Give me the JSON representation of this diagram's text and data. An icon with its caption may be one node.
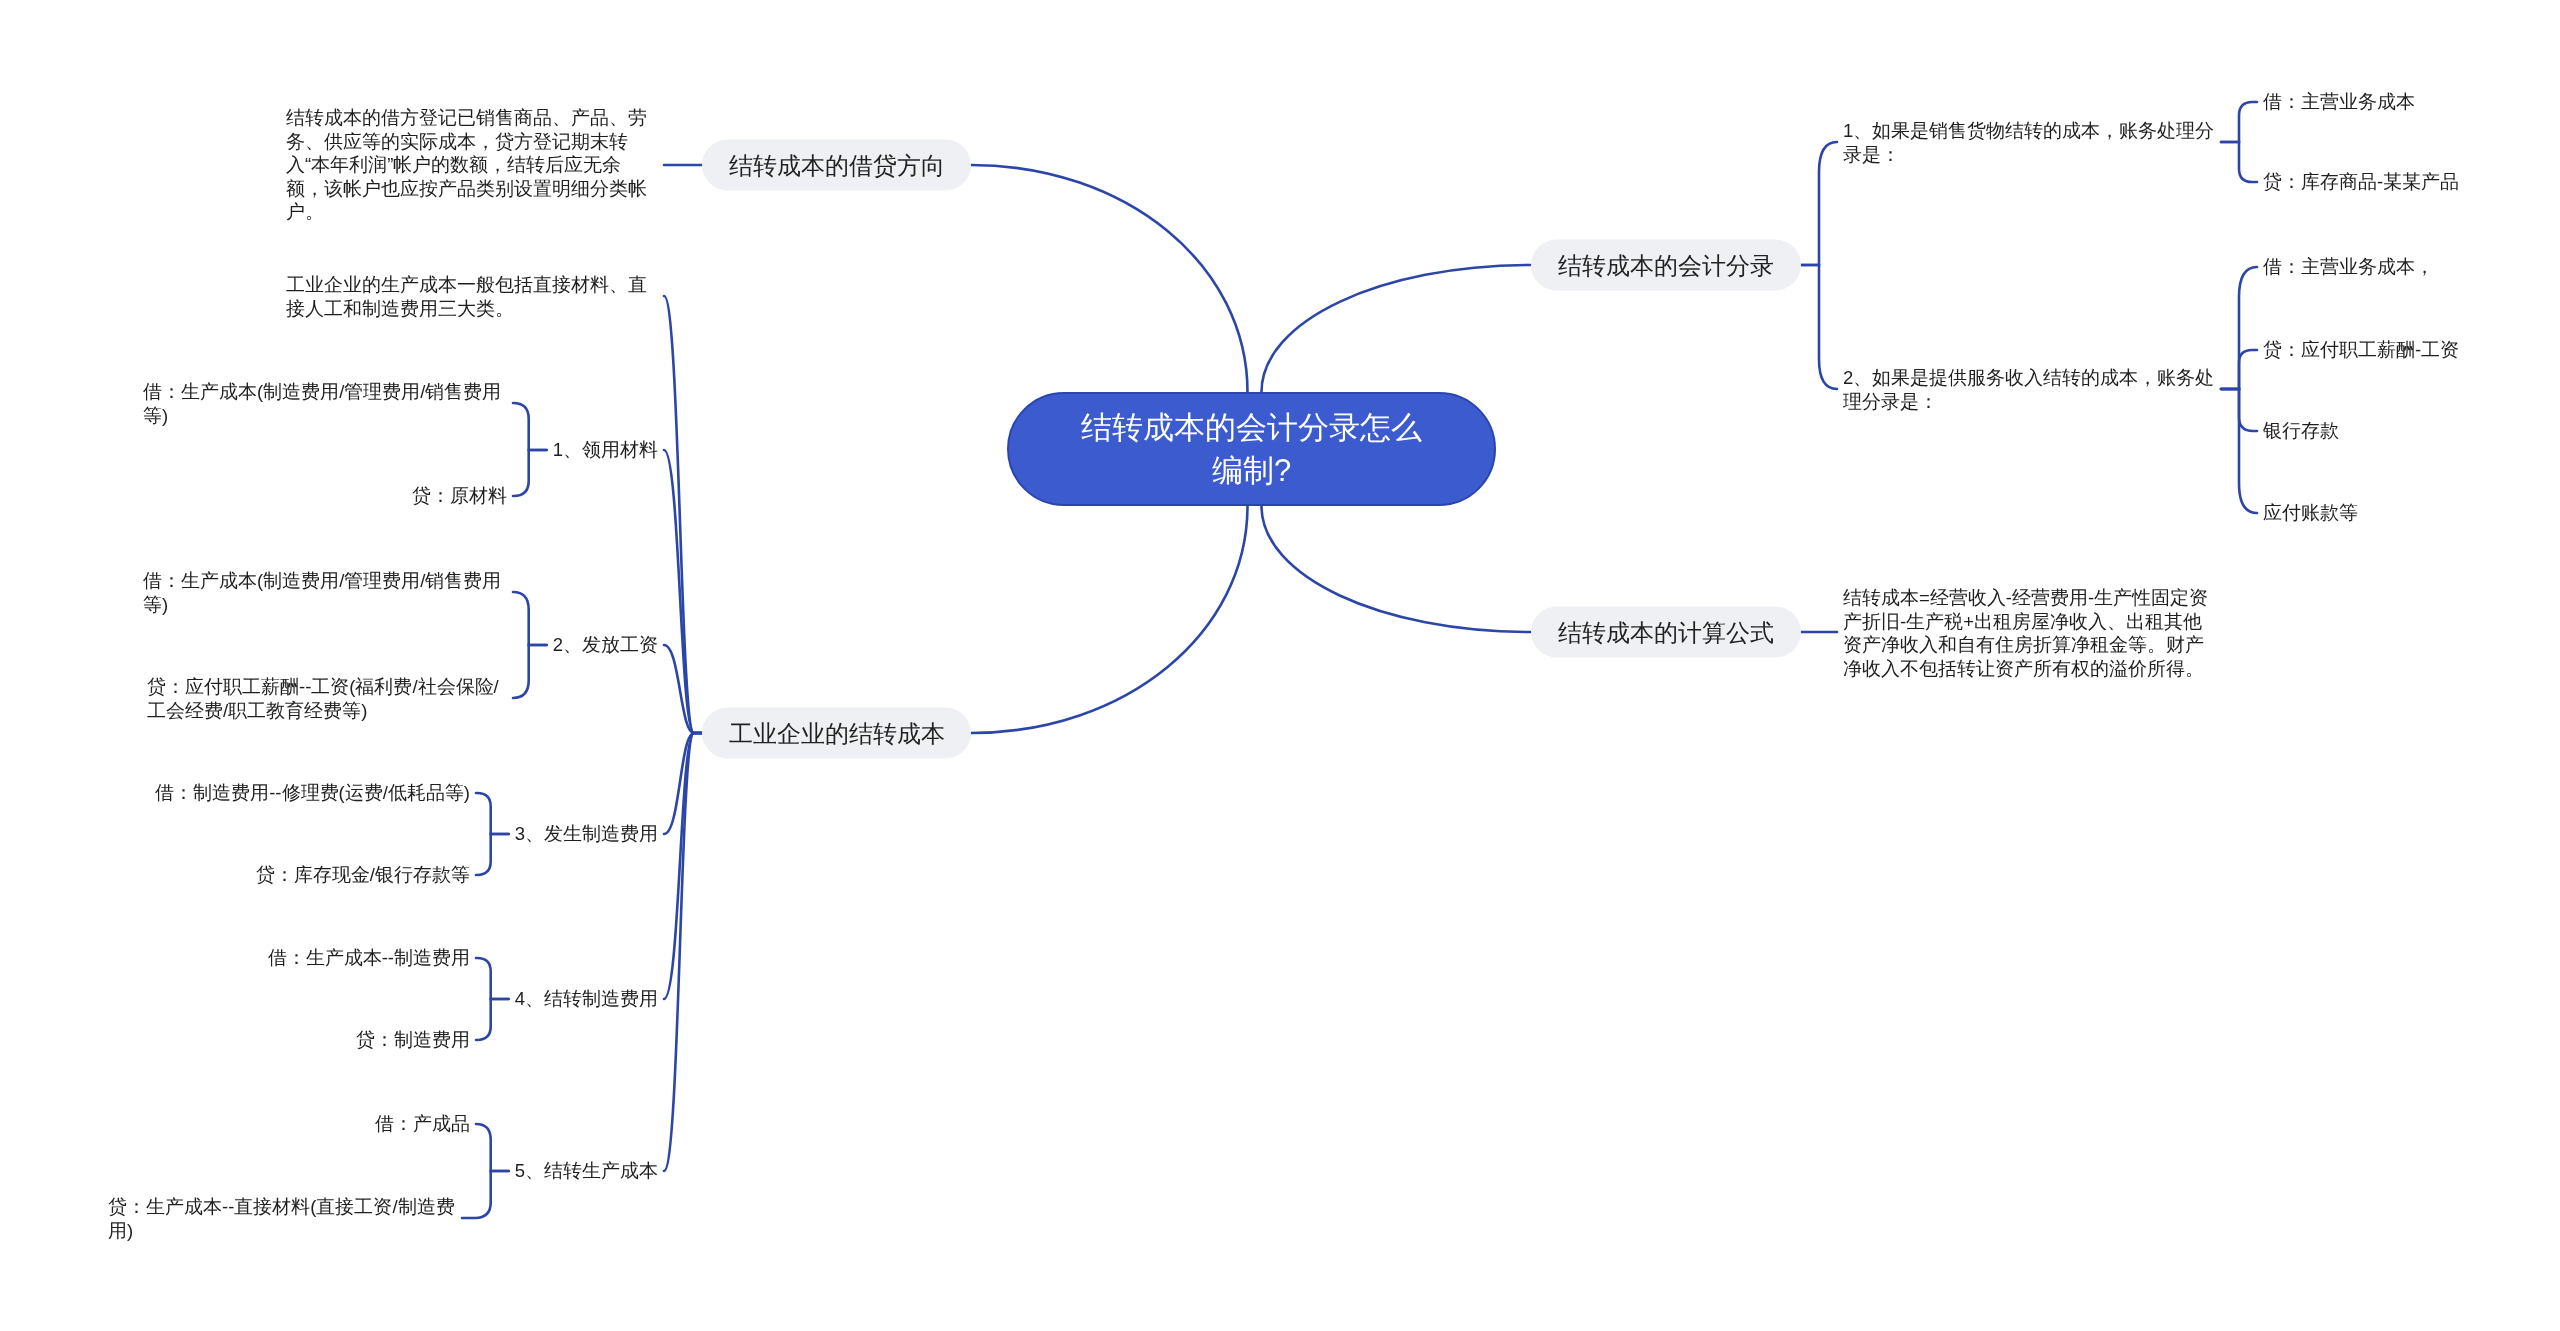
{
  "diagram": {
    "nodes": [
      {
        "text": [
          "结转成本的会计分录怎么编制?"
        ]
      },
      {
        "text": [
          "结转成本的借贷方向"
        ]
      },
      {
        "text": [
          "结转成本的借方登记已销售商品、产品、劳务、供应等的实际成本，贷方登记期末转入“本年利润”帐户的数额，结转后应无余额，该帐户也应按产品类别设置明细分类帐户。"
        ]
      },
      {
        "text": [
          "工业企业的结转成本"
        ]
      },
      {
        "text": [
          "工业企业的生产成本一般包括直接材料、直接人工和制造费用三大类。"
        ]
      },
      {
        "text": [
          "1、领用材料"
        ]
      },
      {
        "text": [
          "借：生产成本(制造费用/管理费用/销售费用等)"
        ]
      },
      {
        "text": [
          "贷：原材料"
        ]
      },
      {
        "text": [
          "2、发放工资"
        ]
      },
      {
        "text": [
          "借：生产成本(制造费用/管理费用/销售费用等)"
        ]
      },
      {
        "text": [
          "贷：应付职工薪酬--工资(福利费/社会保险/工会经费/职工教育经费等)"
        ]
      },
      {
        "text": [
          "3、发生制造费用"
        ]
      },
      {
        "text": [
          "借：制造费用--修理费(运费/低耗品等)"
        ]
      },
      {
        "text": [
          "贷：库存现金/银行存款等"
        ]
      },
      {
        "text": [
          "4、结转制造费用"
        ]
      },
      {
        "text": [
          "借：生产成本--制造费用"
        ]
      },
      {
        "text": [
          "贷：制造费用"
        ]
      },
      {
        "text": [
          "5、结转生产成本"
        ]
      },
      {
        "text": [
          "借：产成品"
        ]
      },
      {
        "text": [
          "贷：生产成本--直接材料(直接工资/制造费用)"
        ]
      },
      {
        "text": [
          "结转成本的会计分录"
        ]
      },
      {
        "text": [
          "1、如果是销售货物结转的成本，账务处理分录是："
        ]
      },
      {
        "text": [
          "借：主营业务成本"
        ]
      },
      {
        "text": [
          "贷：库存商品-某某产品"
        ]
      },
      {
        "text": [
          "2、如果是提供服务收入结转的成本，账务处理分录是："
        ]
      },
      {
        "text": [
          "借：主营业务成本，"
        ]
      },
      {
        "text": [
          "贷：应付职工薪酬-工资"
        ]
      },
      {
        "text": [
          "银行存款"
        ]
      },
      {
        "text": [
          "应付账款等"
        ]
      },
      {
        "text": [
          "结转成本的计算公式"
        ]
      },
      {
        "text": [
          "结转成本=经营收入-经营费用-生产性固定资产折旧-生产税+出租房屋净收入、出租其他资产净收入和自有住房折算净租金等。财产净收入不包括转让资产所有权的溢价所得。"
        ]
      }
    ],
    "edges": [
      {
        "from": 0,
        "to": 1,
        "arrow": "none"
      },
      {
        "from": 1,
        "to": 2,
        "arrow": "none"
      },
      {
        "from": 0,
        "to": 3,
        "arrow": "none"
      },
      {
        "from": 3,
        "to": 4,
        "arrow": "none"
      },
      {
        "from": 3,
        "to": 5,
        "arrow": "none"
      },
      {
        "from": 5,
        "to": 6,
        "arrow": "none"
      },
      {
        "from": 5,
        "to": 7,
        "arrow": "none"
      },
      {
        "from": 3,
        "to": 8,
        "arrow": "none"
      },
      {
        "from": 8,
        "to": 9,
        "arrow": "none"
      },
      {
        "from": 8,
        "to": 10,
        "arrow": "none"
      },
      {
        "from": 3,
        "to": 11,
        "arrow": "none"
      },
      {
        "from": 11,
        "to": 12,
        "arrow": "none"
      },
      {
        "from": 11,
        "to": 13,
        "arrow": "none"
      },
      {
        "from": 3,
        "to": 14,
        "arrow": "none"
      },
      {
        "from": 14,
        "to": 15,
        "arrow": "none"
      },
      {
        "from": 14,
        "to": 16,
        "arrow": "none"
      },
      {
        "from": 3,
        "to": 17,
        "arrow": "none"
      },
      {
        "from": 17,
        "to": 18,
        "arrow": "none"
      },
      {
        "from": 17,
        "to": 19,
        "arrow": "none"
      },
      {
        "from": 0,
        "to": 20,
        "arrow": "none"
      },
      {
        "from": 20,
        "to": 21,
        "arrow": "none"
      },
      {
        "from": 21,
        "to": 22,
        "arrow": "none"
      },
      {
        "from": 21,
        "to": 23,
        "arrow": "none"
      },
      {
        "from": 20,
        "to": 24,
        "arrow": "none"
      },
      {
        "from": 24,
        "to": 25,
        "arrow": "none"
      },
      {
        "from": 24,
        "to": 26,
        "arrow": "none"
      },
      {
        "from": 24,
        "to": 27,
        "arrow": "none"
      },
      {
        "from": 24,
        "to": 28,
        "arrow": "none"
      },
      {
        "from": 0,
        "to": 29,
        "arrow": "none"
      },
      {
        "from": 29,
        "to": 30,
        "arrow": "none"
      }
    ]
  }
}
